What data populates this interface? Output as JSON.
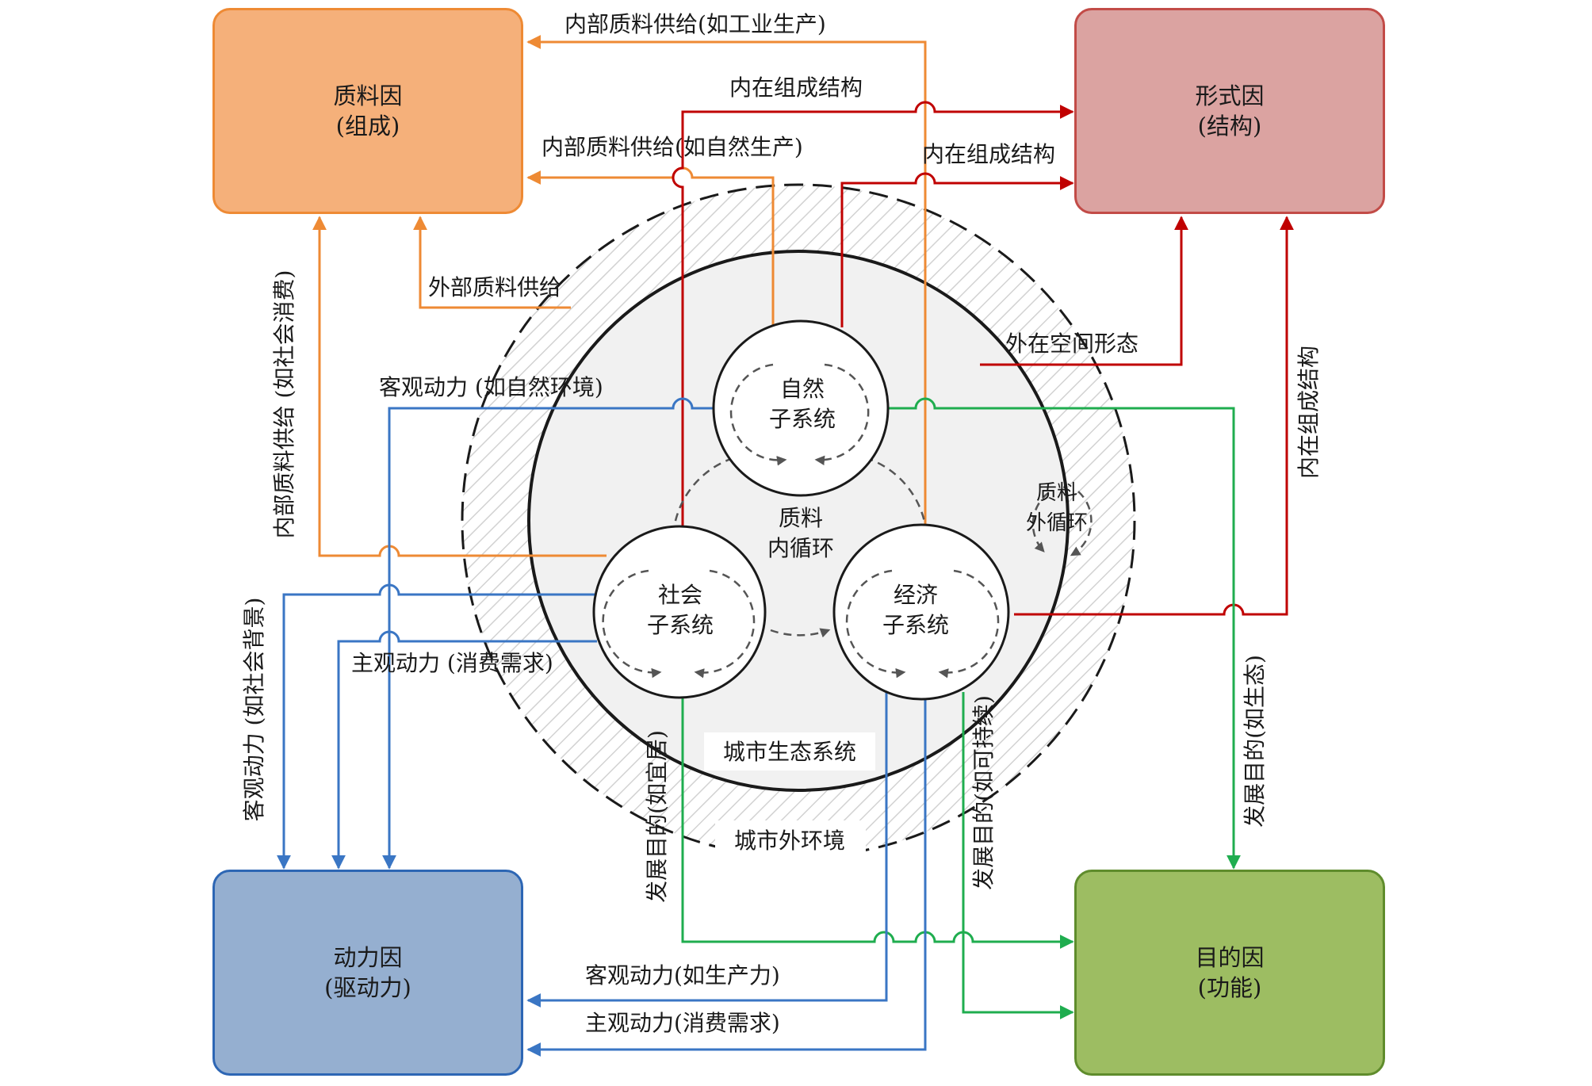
{
  "boxes": {
    "material": {
      "title": "质料因",
      "subtitle": "(组成)"
    },
    "formal": {
      "title": "形式因",
      "subtitle": "(结构)"
    },
    "efficient": {
      "title": "动力因",
      "subtitle": "(驱动力)"
    },
    "final": {
      "title": "目的因",
      "subtitle": "(功能)"
    }
  },
  "subsystems": {
    "natural": {
      "line1": "自然",
      "line2": "子系统"
    },
    "social": {
      "line1": "社会",
      "line2": "子系统"
    },
    "economic": {
      "line1": "经济",
      "line2": "子系统"
    }
  },
  "cycles": {
    "inner_line1": "质料",
    "inner_line2": "内循环",
    "outer_line1": "质料",
    "outer_line2": "外循环"
  },
  "regions": {
    "ecosystem": "城市生态系统",
    "external_env": "城市外环境"
  },
  "labels": {
    "internal_supply_industrial": "内部质料供给(如工业生产)",
    "internal_structure_top": "内在组成结构",
    "internal_supply_natural": "内部质料供给(如自然生产)",
    "internal_structure_mid": "内在组成结构",
    "external_supply": "外部质料供给",
    "internal_supply_social": "内部质料供给 (如社会消费)",
    "external_spatial_form": "外在空间形态",
    "internal_structure_right": "内在组成结构",
    "objective_force_natural": "客观动力 (如自然环境)",
    "subjective_force_left": "主观动力 (消费需求)",
    "objective_force_social": "客观动力 (如社会背景)",
    "purpose_livable": "发展目的(如宜居)",
    "purpose_sustainable": "发展目的(如可持续)",
    "purpose_ecological": "发展目的(如生态)",
    "objective_force_productivity": "客观动力(如生产力)",
    "subjective_force_bottom": "主观动力(消费需求)"
  },
  "colors": {
    "material": "#ee8a34",
    "formal": "#c00000",
    "efficient": "#3a76c4",
    "final": "#1fad4f"
  }
}
